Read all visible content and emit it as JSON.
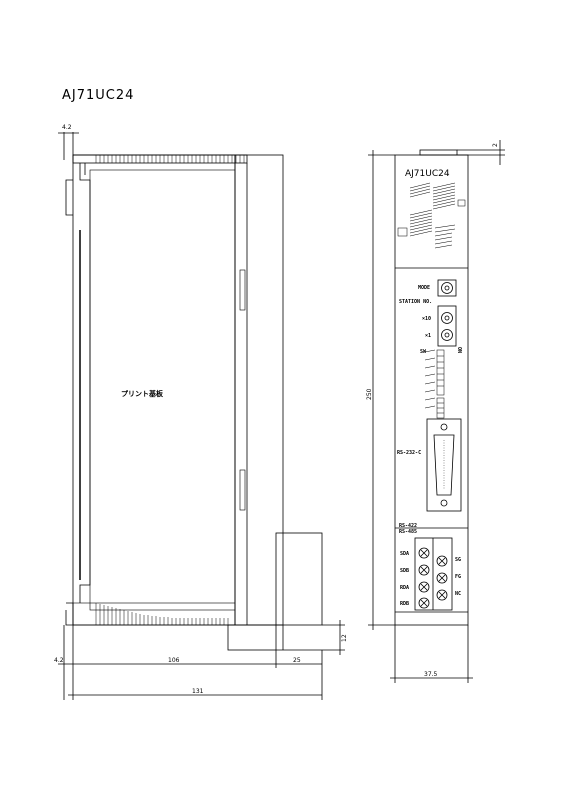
{
  "title": "AJ71UC24",
  "side_view": {
    "board_label": "プリント基板",
    "dim_top_offset": "4.2",
    "dim_bottom_offset": "4.2",
    "dim_body": "106",
    "dim_connector": "25",
    "dim_total": "131",
    "dim_height": "250",
    "dim_foot": "12"
  },
  "front_view": {
    "model": "AJ71UC24",
    "dim_top": "2",
    "dim_width": "37.5",
    "mode_label": "MODE",
    "station_label": "STATION NO.",
    "x10_label": "×10",
    "x1_label": "×1",
    "sw_label": "SW",
    "on_label": "ON",
    "rs232_label": "RS-232-C",
    "rs422_label": "RS-422",
    "rs485_label": "RS-485",
    "terminals_left": [
      "SDA",
      "SDB",
      "RDA",
      "RDB"
    ],
    "terminals_right": [
      "SG",
      "FG",
      "NC"
    ]
  }
}
